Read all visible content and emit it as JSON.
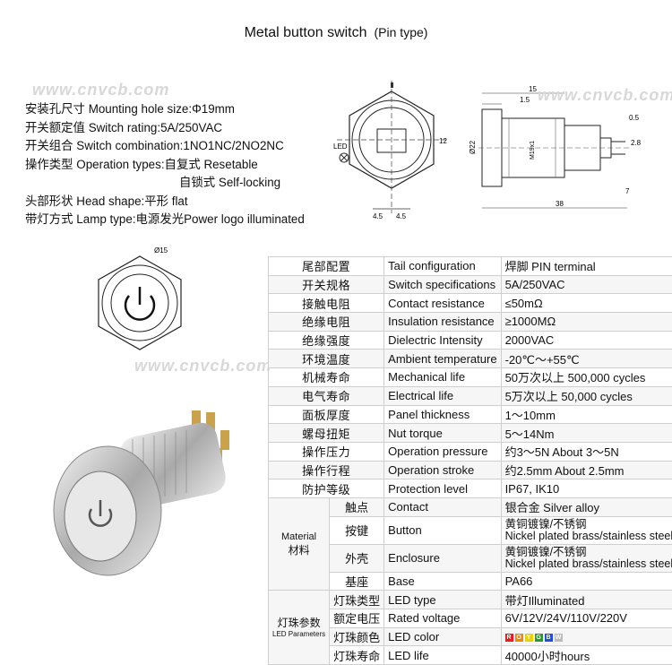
{
  "title": "Metal button switch",
  "subtitle": "(Pin type)",
  "specs": [
    {
      "zh": "安装孔尺寸",
      "en": "Mounting hole size:Φ19mm"
    },
    {
      "zh": "开关额定值",
      "en": "Switch rating:5A/250VAC"
    },
    {
      "zh": "开关组合",
      "en": "Switch combination:1NO1NC/2NO2NC"
    },
    {
      "zh": "操作类型",
      "en": "Operation types:自复式 Resetable"
    },
    {
      "zh": "",
      "en": "自锁式 Self-locking"
    },
    {
      "zh": "头部形状",
      "en": "Head shape:平形 flat"
    },
    {
      "zh": "带灯方式",
      "en": "Lamp type:电源发光Power logo illuminated"
    }
  ],
  "watermark": "www.cnvcb.com",
  "drawing": {
    "led_label": "LED",
    "front_dims": [
      "4.5",
      "4.5",
      "12"
    ],
    "side_dims": [
      "15",
      "1.5",
      "0.5",
      "2.8",
      "7",
      "38",
      "Ø22",
      "M19x1"
    ],
    "top_dim": "Ø15"
  },
  "table": {
    "rows": [
      {
        "zh": "尾部配置",
        "en": "Tail configuration",
        "val": "焊脚  PIN terminal"
      },
      {
        "zh": "开关规格",
        "en": "Switch specifications",
        "val": "5A/250VAC"
      },
      {
        "zh": "接触电阻",
        "en": "Contact resistance",
        "val": "≤50mΩ"
      },
      {
        "zh": "绝缘电阻",
        "en": "Insulation resistance",
        "val": "≥1000MΩ"
      },
      {
        "zh": "绝缘强度",
        "en": "Dielectric Intensity",
        "val": "2000VAC"
      },
      {
        "zh": "环境温度",
        "en": "Ambient temperature",
        "val": "-20℃～+55℃"
      },
      {
        "zh": "机械寿命",
        "en": "Mechanical life",
        "val": "50万次以上 500,000 cycles"
      },
      {
        "zh": "电气寿命",
        "en": "Electrical life",
        "val": "5万次以上 50,000 cycles"
      },
      {
        "zh": "面板厚度",
        "en": "Panel thickness",
        "val": "1～10mm"
      },
      {
        "zh": "螺母扭矩",
        "en": "Nut torque",
        "val": "5～14Nm"
      },
      {
        "zh": "操作压力",
        "en": "Operation pressure",
        "val": "约3～5N About 3～5N"
      },
      {
        "zh": "操作行程",
        "en": "Operation stroke",
        "val": "约2.5mm About 2.5mm"
      },
      {
        "zh": "防护等级",
        "en": "Protection level",
        "val": "IP67, IK10"
      }
    ],
    "material_group": {
      "zh": "材料",
      "en": "Material"
    },
    "material_rows": [
      {
        "zh": "触点",
        "en": "Contact",
        "val": "银合金 Silver alloy"
      },
      {
        "zh": "按键",
        "en": "Button",
        "val1": "黄铜镀镍/不锈钢",
        "val2": "Nickel plated brass/stainless steel"
      },
      {
        "zh": "外壳",
        "en": "Enclosure",
        "val1": "黄铜镀镍/不锈钢",
        "val2": "Nickel plated brass/stainless steel"
      },
      {
        "zh": "基座",
        "en": "Base",
        "val": "PA66"
      }
    ],
    "led_group": {
      "zh": "灯珠参数",
      "en": "LED Parameters"
    },
    "led_rows": [
      {
        "zh": "灯珠类型",
        "en": "LED type",
        "val": "带灯Illuminated"
      },
      {
        "zh": "额定电压",
        "en": "Rated voltage",
        "val": "6V/12V/24V/110V/220V"
      },
      {
        "zh": "灯珠颜色",
        "en": "LED color",
        "val": ""
      },
      {
        "zh": "灯珠寿命",
        "en": "LED life",
        "val": "40000小时hours"
      }
    ],
    "led_colors": [
      {
        "letter": "R",
        "color": "#e02020"
      },
      {
        "letter": "O",
        "color": "#f08a00"
      },
      {
        "letter": "Y",
        "color": "#e8d400"
      },
      {
        "letter": "G",
        "color": "#20a020"
      },
      {
        "letter": "B",
        "color": "#2050d0"
      },
      {
        "letter": "W",
        "color": "#bbbbbb"
      }
    ]
  }
}
